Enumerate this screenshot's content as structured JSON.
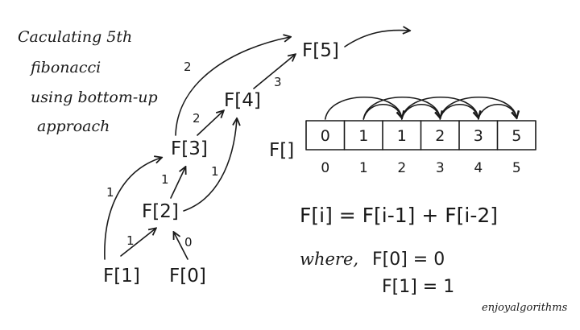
{
  "title": [
    "Caculating 5th",
    "fibonacci",
    "using bottom-up",
    "approach"
  ],
  "nodes": {
    "f5": "F[5]",
    "f4": "F[4]",
    "f3": "F[3]",
    "f2": "F[2]",
    "f1": "F[1]",
    "f0": "F[0]"
  },
  "edge_weights": {
    "f3_f5": "2",
    "f4_f5": "3",
    "f3_f4": "2",
    "f2_f4": "1",
    "f2_f3": "1",
    "f1_f3": "1",
    "f1_f2": "1",
    "f0_f2": "0"
  },
  "array": {
    "label": "F[]",
    "cells": [
      "0",
      "1",
      "1",
      "2",
      "3",
      "5"
    ],
    "indices": [
      "0",
      "1",
      "2",
      "3",
      "4",
      "5"
    ]
  },
  "formula": "F[i] = F[i-1] + F[i-2]",
  "base_cases": {
    "where": "where,",
    "case0": "F[0] = 0",
    "case1": "F[1] = 1"
  },
  "watermark": "enjoyalgorithms"
}
